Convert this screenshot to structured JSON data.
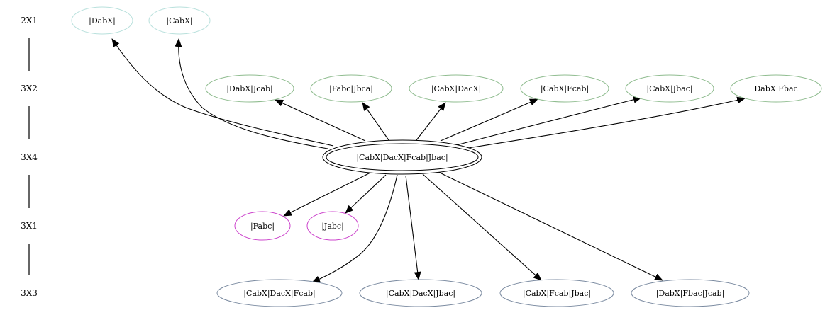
{
  "ranks": [
    {
      "id": "r1",
      "label": "2X1"
    },
    {
      "id": "r2",
      "label": "3X2"
    },
    {
      "id": "r3",
      "label": "3X4"
    },
    {
      "id": "r4",
      "label": "3X1"
    },
    {
      "id": "r5",
      "label": "3X3"
    }
  ],
  "colors": {
    "edge": "#000000",
    "rank_2X1": "#b8e0dc",
    "rank_3X2": "#8fbc8f",
    "rank_3X4": "#000000",
    "rank_3X1": "#cc44cc",
    "rank_3X3": "#7a8aa0"
  },
  "nodes": [
    {
      "id": "n_dabx",
      "label": "|DabX|",
      "rank": "2X1"
    },
    {
      "id": "n_cabx",
      "label": "|CabX|",
      "rank": "2X1"
    },
    {
      "id": "n_dabx_jcab",
      "label": "|DabX|Jcab|",
      "rank": "3X2"
    },
    {
      "id": "n_fabc_jbca",
      "label": "|Fabc|Jbca|",
      "rank": "3X2"
    },
    {
      "id": "n_cabx_dacx",
      "label": "|CabX|DacX|",
      "rank": "3X2"
    },
    {
      "id": "n_cabx_fcab",
      "label": "|CabX|Fcab|",
      "rank": "3X2"
    },
    {
      "id": "n_cabx_jbac",
      "label": "|CabX|Jbac|",
      "rank": "3X2"
    },
    {
      "id": "n_dabx_fbac",
      "label": "|DabX|Fbac|",
      "rank": "3X2"
    },
    {
      "id": "n_center",
      "label": "|CabX|DacX|Fcab|Jbac|",
      "rank": "3X4"
    },
    {
      "id": "n_fabc",
      "label": "|Fabc|",
      "rank": "3X1"
    },
    {
      "id": "n_jabc",
      "label": "|Jabc|",
      "rank": "3X1"
    },
    {
      "id": "n_cabx_dacx_fcab",
      "label": "|CabX|DacX|Fcab|",
      "rank": "3X3"
    },
    {
      "id": "n_cabx_dacx_jbac",
      "label": "|CabX|DacX|Jbac|",
      "rank": "3X3"
    },
    {
      "id": "n_cabx_fcab_jbac",
      "label": "|CabX|Fcab|Jbac|",
      "rank": "3X3"
    },
    {
      "id": "n_dabx_fbac_jcab",
      "label": "|DabX|Fbac|Jcab|",
      "rank": "3X3"
    }
  ],
  "edges": [
    {
      "from": "n_center",
      "to": "n_dabx"
    },
    {
      "from": "n_center",
      "to": "n_cabx"
    },
    {
      "from": "n_center",
      "to": "n_dabx_jcab"
    },
    {
      "from": "n_center",
      "to": "n_fabc_jbca"
    },
    {
      "from": "n_center",
      "to": "n_cabx_dacx"
    },
    {
      "from": "n_center",
      "to": "n_cabx_fcab"
    },
    {
      "from": "n_center",
      "to": "n_cabx_jbac"
    },
    {
      "from": "n_center",
      "to": "n_dabx_fbac"
    },
    {
      "from": "n_center",
      "to": "n_fabc"
    },
    {
      "from": "n_center",
      "to": "n_jabc"
    },
    {
      "from": "n_center",
      "to": "n_cabx_dacx_fcab"
    },
    {
      "from": "n_center",
      "to": "n_cabx_dacx_jbac"
    },
    {
      "from": "n_center",
      "to": "n_cabx_fcab_jbac"
    },
    {
      "from": "n_center",
      "to": "n_dabx_fbac_jcab"
    }
  ]
}
